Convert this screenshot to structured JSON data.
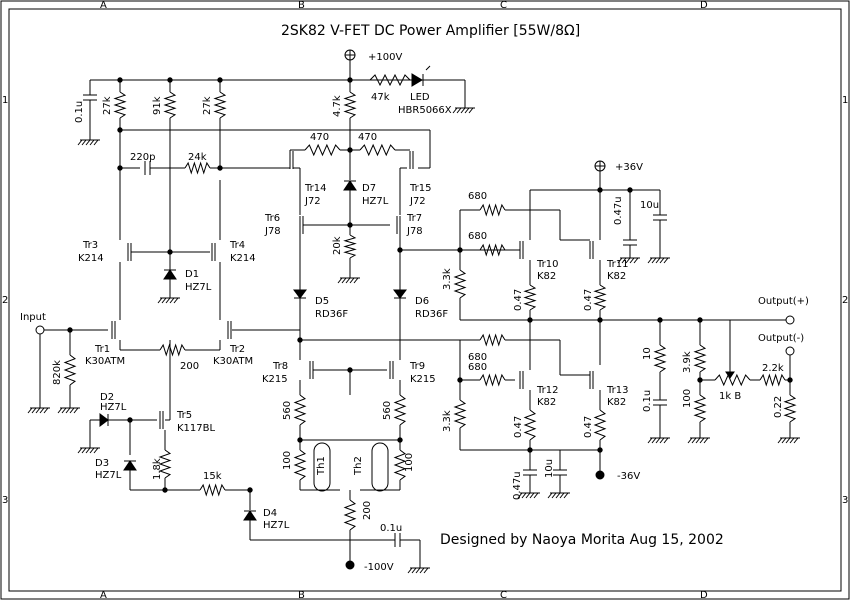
{
  "title": "2SK82 V-FET DC Power Amplifier [55W/8Ω]",
  "credit": "Designed by Naoya Morita Aug 15, 2002",
  "frame": {
    "columns": [
      "A",
      "B",
      "C",
      "D"
    ],
    "rows": [
      "1",
      "2",
      "3"
    ]
  },
  "rails": {
    "pos_hv": "+100V",
    "neg_hv": "-100V",
    "pos_lv": "+36V",
    "neg_lv": "-36V"
  },
  "ports": {
    "input": "Input",
    "out_pos": "Output(+)",
    "out_neg": "Output(-)"
  },
  "led": {
    "ref": "LED",
    "part": "HBR5066X",
    "r": "47k"
  },
  "resistors": {
    "r_27k_a": "27k",
    "r_91k": "91k",
    "r_27k_b": "27k",
    "r_4k7": "4.7k",
    "r_470_a": "470",
    "r_470_b": "470",
    "r_24k": "24k",
    "r_20k": "20k",
    "r_680_a": "680",
    "r_680_b": "680",
    "r_680_c": "680",
    "r_680_d": "680",
    "r_3k3_a": "3.3k",
    "r_3k3_b": "3.3k",
    "r_047_a": "0.47",
    "r_047_b": "0.47",
    "r_047_c": "0.47",
    "r_047_d": "0.47",
    "r_820k": "820k",
    "r_200_bias": "200",
    "r_1k8": "1.8k",
    "r_15k": "15k",
    "r_560_a": "560",
    "r_560_b": "560",
    "r_100_a": "100",
    "r_100_b": "100",
    "r_200_th": "200",
    "r_10": "10",
    "r_3k9": "3.9k",
    "r_100_c": "100",
    "r_2k2": "2.2k",
    "r_1kb": "1k B",
    "r_022": "0.22"
  },
  "capacitors": {
    "c_01u_a": "0.1u",
    "c_220p": "220p",
    "c_047u_a": "0.47u",
    "c_10u_a": "10u",
    "c_01u_b": "0.1u",
    "c_047u_b": "0.47u",
    "c_10u_b": "10u",
    "c_01u_c": "0.1u"
  },
  "transistors": {
    "tr1": "Tr1",
    "tr1_p": "K30ATM",
    "tr2": "Tr2",
    "tr2_p": "K30ATM",
    "tr3": "Tr3",
    "tr3_p": "K214",
    "tr4": "Tr4",
    "tr4_p": "K214",
    "tr5": "Tr5",
    "tr5_p": "K117BL",
    "tr6": "Tr6",
    "tr6_p": "J78",
    "tr7": "Tr7",
    "tr7_p": "J78",
    "tr8": "Tr8",
    "tr8_p": "K215",
    "tr9": "Tr9",
    "tr9_p": "K215",
    "tr10": "Tr10",
    "tr10_p": "K82",
    "tr11": "Tr11",
    "tr11_p": "K82",
    "tr12": "Tr12",
    "tr12_p": "K82",
    "tr13": "Tr13",
    "tr13_p": "K82",
    "tr14": "Tr14",
    "tr14_p": "J72",
    "tr15": "Tr15",
    "tr15_p": "J72"
  },
  "diodes": {
    "d1": "D1",
    "d1_p": "HZ7L",
    "d2": "D2",
    "d2_p": "HZ7L",
    "d3": "D3",
    "d3_p": "HZ7L",
    "d4": "D4",
    "d4_p": "HZ7L",
    "d5": "D5",
    "d5_p": "RD36F",
    "d6": "D6",
    "d6_p": "RD36F",
    "d7": "D7",
    "d7_p": "HZ7L"
  },
  "thermistors": {
    "th1": "Th1",
    "th2": "Th2"
  }
}
